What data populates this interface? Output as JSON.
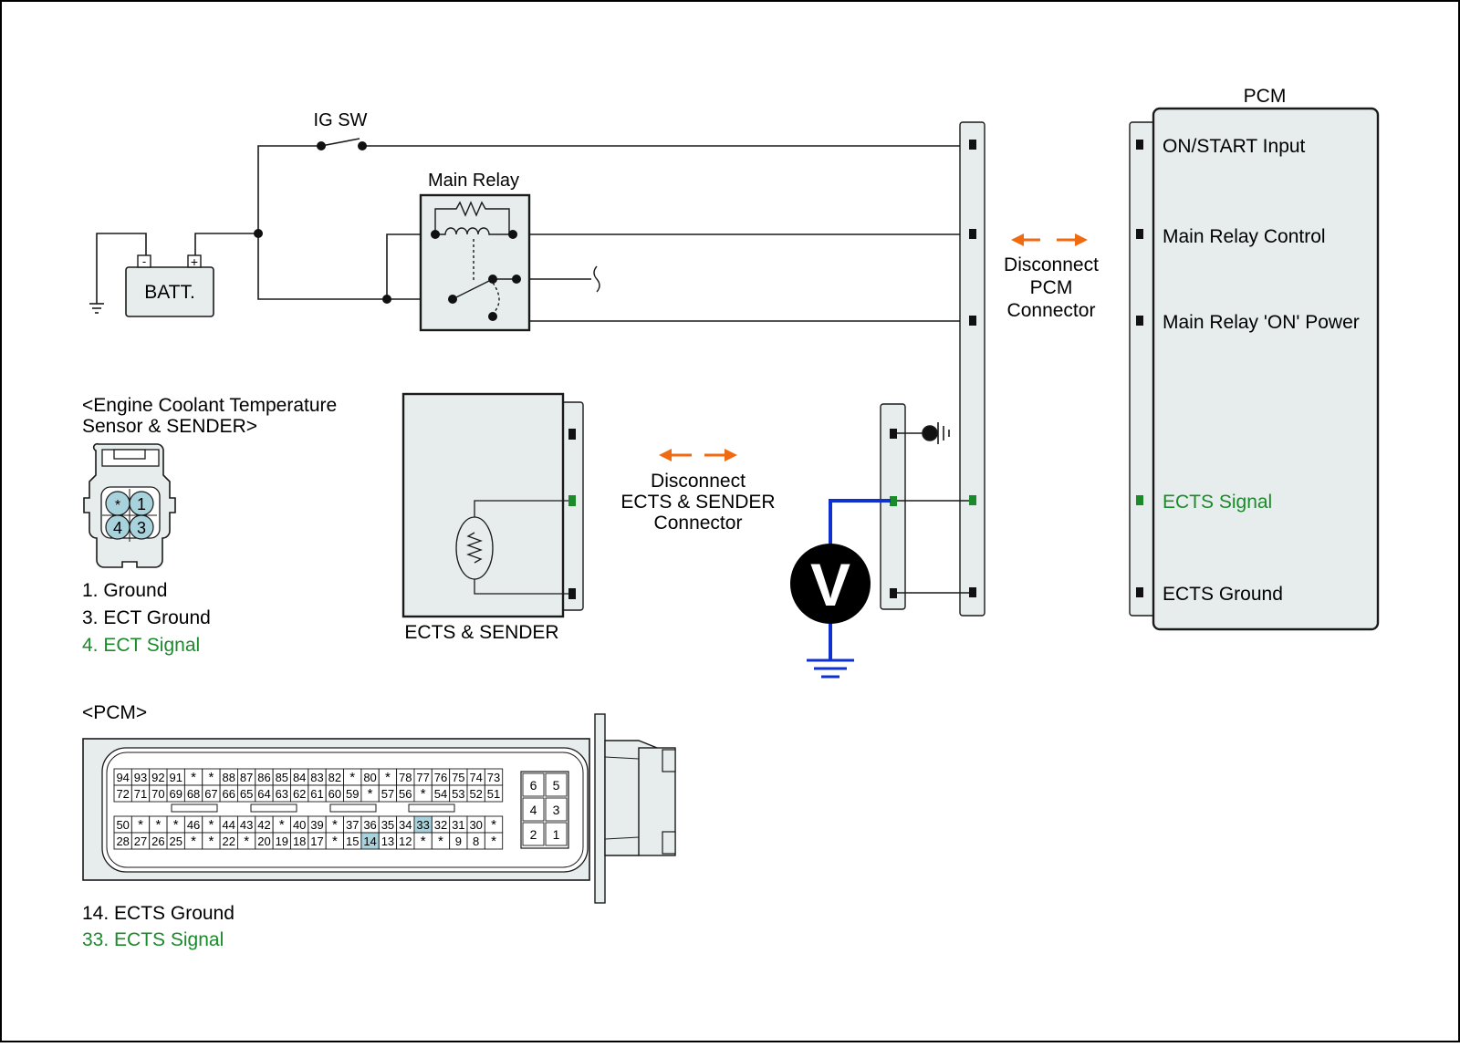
{
  "colors": {
    "wire": "#1a1a1a",
    "signal_green": "#1a8a2a",
    "probe_blue": "#1030d0",
    "arrow_orange": "#f06a10",
    "panel_fill": "#e6edec",
    "pin_highlight": "#a9d3dc"
  },
  "circuit": {
    "ig_sw": "IG SW",
    "main_relay": "Main Relay",
    "batt": "BATT.",
    "batt_minus": "-",
    "batt_plus": "+",
    "pcm_title": "PCM",
    "pcm_pins": [
      {
        "label": "ON/START Input",
        "signal": false
      },
      {
        "label": "Main Relay Control",
        "signal": false
      },
      {
        "label": "Main Relay 'ON' Power",
        "signal": false
      },
      {
        "label": "ECTS Signal",
        "signal": true
      },
      {
        "label": "ECTS Ground",
        "signal": false
      }
    ],
    "disconnect_pcm": [
      "Disconnect",
      "PCM",
      "Connector"
    ],
    "disconnect_ects": [
      "Disconnect",
      "ECTS & SENDER",
      "Connector"
    ],
    "ects_sender": "ECTS & SENDER",
    "voltmeter": "V"
  },
  "ect_connector": {
    "title": [
      "<Engine Coolant Temperature",
      "Sensor & SENDER>"
    ],
    "pins": [
      {
        "label": "*",
        "highlight": true
      },
      {
        "label": "1",
        "highlight": true
      },
      {
        "label": "4",
        "highlight": true
      },
      {
        "label": "3",
        "highlight": true
      }
    ],
    "legend": [
      {
        "text": "1. Ground",
        "signal": false
      },
      {
        "text": "3. ECT Ground",
        "signal": false
      },
      {
        "text": "4. ECT Signal",
        "signal": true
      }
    ]
  },
  "pcm_connector": {
    "title": "<PCM>",
    "rows_top": [
      [
        "94",
        "93",
        "92",
        "91",
        "*",
        "*",
        "88",
        "87",
        "86",
        "85",
        "84",
        "83",
        "82",
        "*",
        "80",
        "*",
        "78",
        "77",
        "76",
        "75",
        "74",
        "73"
      ],
      [
        "72",
        "71",
        "70",
        "69",
        "68",
        "67",
        "66",
        "65",
        "64",
        "63",
        "62",
        "61",
        "60",
        "59",
        "*",
        "57",
        "56",
        "*",
        "54",
        "53",
        "52",
        "51"
      ]
    ],
    "rows_bottom": [
      [
        "50",
        "*",
        "*",
        "*",
        "46",
        "*",
        "44",
        "43",
        "42",
        "*",
        "40",
        "39",
        "*",
        "37",
        "36",
        "35",
        "34",
        "33",
        "32",
        "31",
        "30",
        "*"
      ],
      [
        "28",
        "27",
        "26",
        "25",
        "*",
        "*",
        "22",
        "*",
        "20",
        "19",
        "18",
        "17",
        "*",
        "15",
        "14",
        "13",
        "12",
        "*",
        "*",
        "9",
        "8",
        "*"
      ]
    ],
    "highlight_pins": [
      "33",
      "14"
    ],
    "small_block": [
      [
        "6",
        "5"
      ],
      [
        "4",
        "3"
      ],
      [
        "2",
        "1"
      ]
    ],
    "legend": [
      {
        "text": "14. ECTS Ground",
        "signal": false
      },
      {
        "text": "33. ECTS Signal",
        "signal": true
      }
    ]
  }
}
